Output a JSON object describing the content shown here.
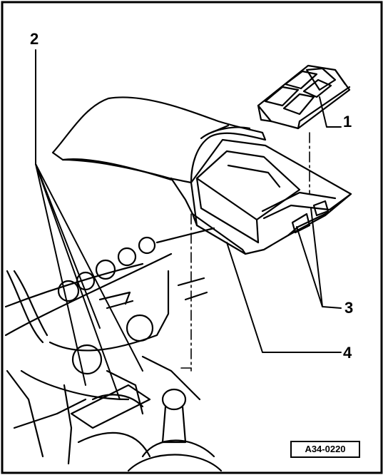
{
  "callouts": {
    "c1": "1",
    "c2": "2",
    "c3": "3",
    "c4": "4"
  },
  "reference_code": "A34-0220",
  "colors": {
    "ink": "#000000",
    "paper": "#ffffff"
  }
}
